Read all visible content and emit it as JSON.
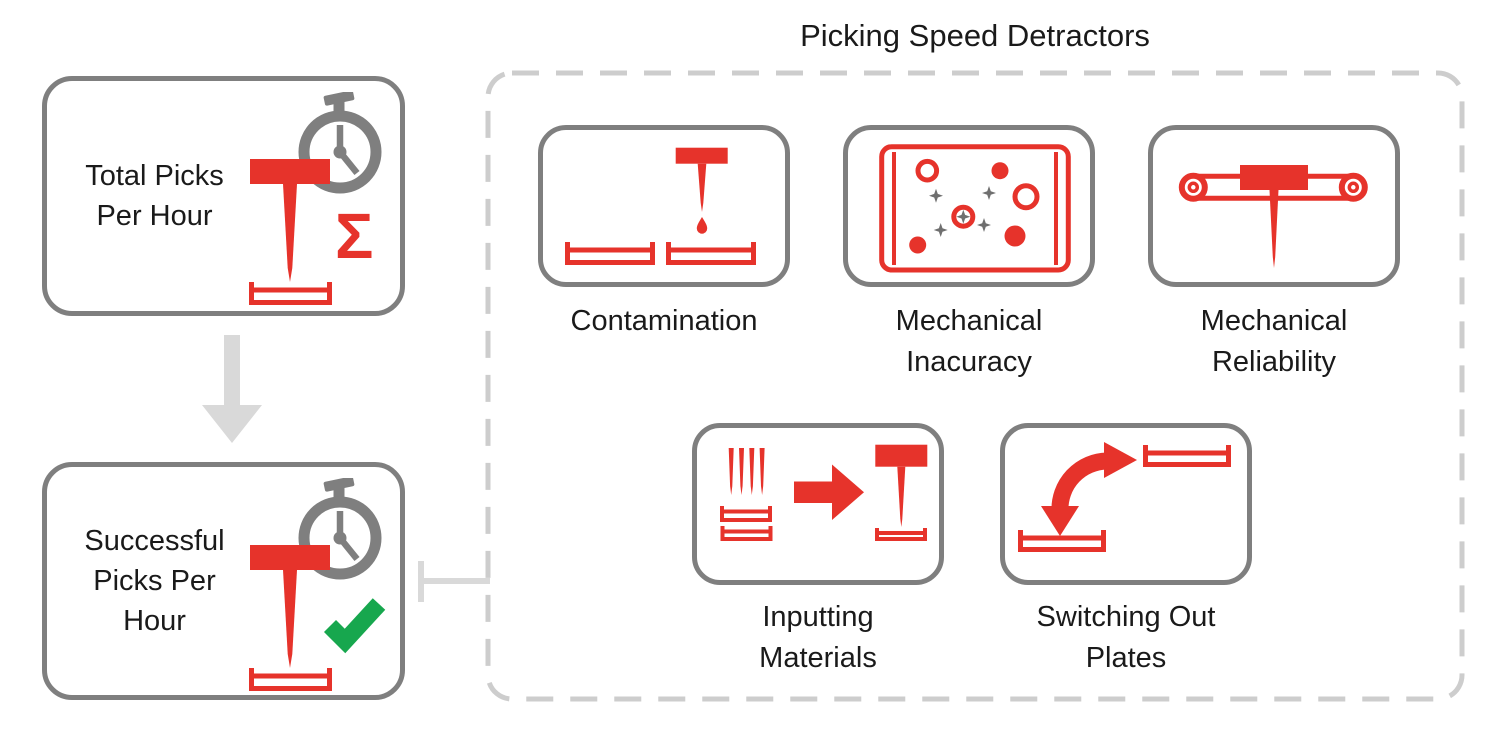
{
  "colors": {
    "red": "#E6332B",
    "border_gray": "#7F7F7F",
    "light_gray": "#D9D9D9",
    "dash_gray": "#CDCDCD",
    "green": "#17A74E",
    "text": "#1A1A1A"
  },
  "flow": {
    "total_picks": {
      "lines": [
        "Total Picks",
        "Per Hour"
      ]
    },
    "successful_picks": {
      "lines": [
        "Successful",
        "Picks Per",
        "Hour"
      ]
    },
    "sigma_glyph": "Σ"
  },
  "detractors": {
    "title": "Picking Speed Detractors",
    "items": [
      {
        "id": "contamination",
        "label_lines": [
          "Contamination"
        ]
      },
      {
        "id": "mechanical-inaccuracy",
        "label_lines": [
          "Mechanical",
          "Inacuracy"
        ]
      },
      {
        "id": "mechanical-reliability",
        "label_lines": [
          "Mechanical",
          "Reliability"
        ]
      },
      {
        "id": "inputting-materials",
        "label_lines": [
          "Inputting",
          "Materials"
        ]
      },
      {
        "id": "switching-out-plates",
        "label_lines": [
          "Switching Out",
          "Plates"
        ]
      }
    ]
  }
}
